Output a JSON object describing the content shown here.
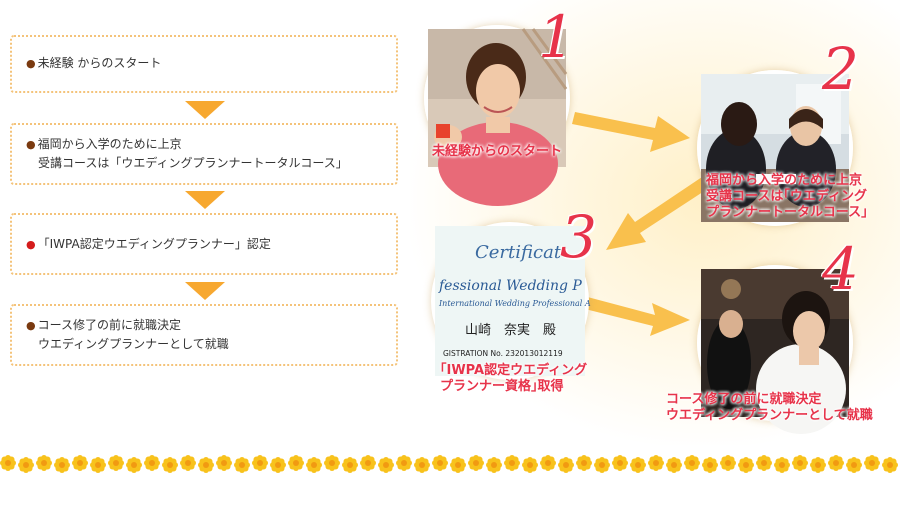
{
  "steps": [
    {
      "line1": "未経験 からのスタート",
      "line2": ""
    },
    {
      "line1": "福岡から入学のために上京",
      "line2": "受講コースは「ウエディングプランナートータルコース」"
    },
    {
      "line1": "「IWPA認定ウエディングプランナー」認定",
      "line2": ""
    },
    {
      "line1": "コース修了の前に就職決定",
      "line2": "ウエディングプランナーとして就職"
    }
  ],
  "photos": [
    {
      "number": "1",
      "caption_line1": "未経験からのスタート",
      "caption_line2": "",
      "caption_line3": ""
    },
    {
      "number": "2",
      "caption_line1": "福岡から入学のために上京",
      "caption_line2": "受講コースは｢ウエディング",
      "caption_line3": "プランナートータルコース｣"
    },
    {
      "number": "3",
      "caption_line1": "｢IWPA認定ウエディング",
      "caption_line2": "プランナー資格｣取得",
      "caption_line3": ""
    },
    {
      "number": "4",
      "caption_line1": "コース修了の前に就職決定",
      "caption_line2": "ウエディングプランナーとして就職",
      "caption_line3": ""
    }
  ],
  "certificate": {
    "title": "Certificat",
    "line1": "fessional Wedding P",
    "line2": "International Wedding Professional A",
    "name": "山崎　奈実　殿",
    "registration": "GISTRATION No. 232013012119"
  },
  "colors": {
    "accent": "#e7334a",
    "arrow": "#f7a830",
    "border": "#f4c37a",
    "flower": "#f8c21c"
  }
}
